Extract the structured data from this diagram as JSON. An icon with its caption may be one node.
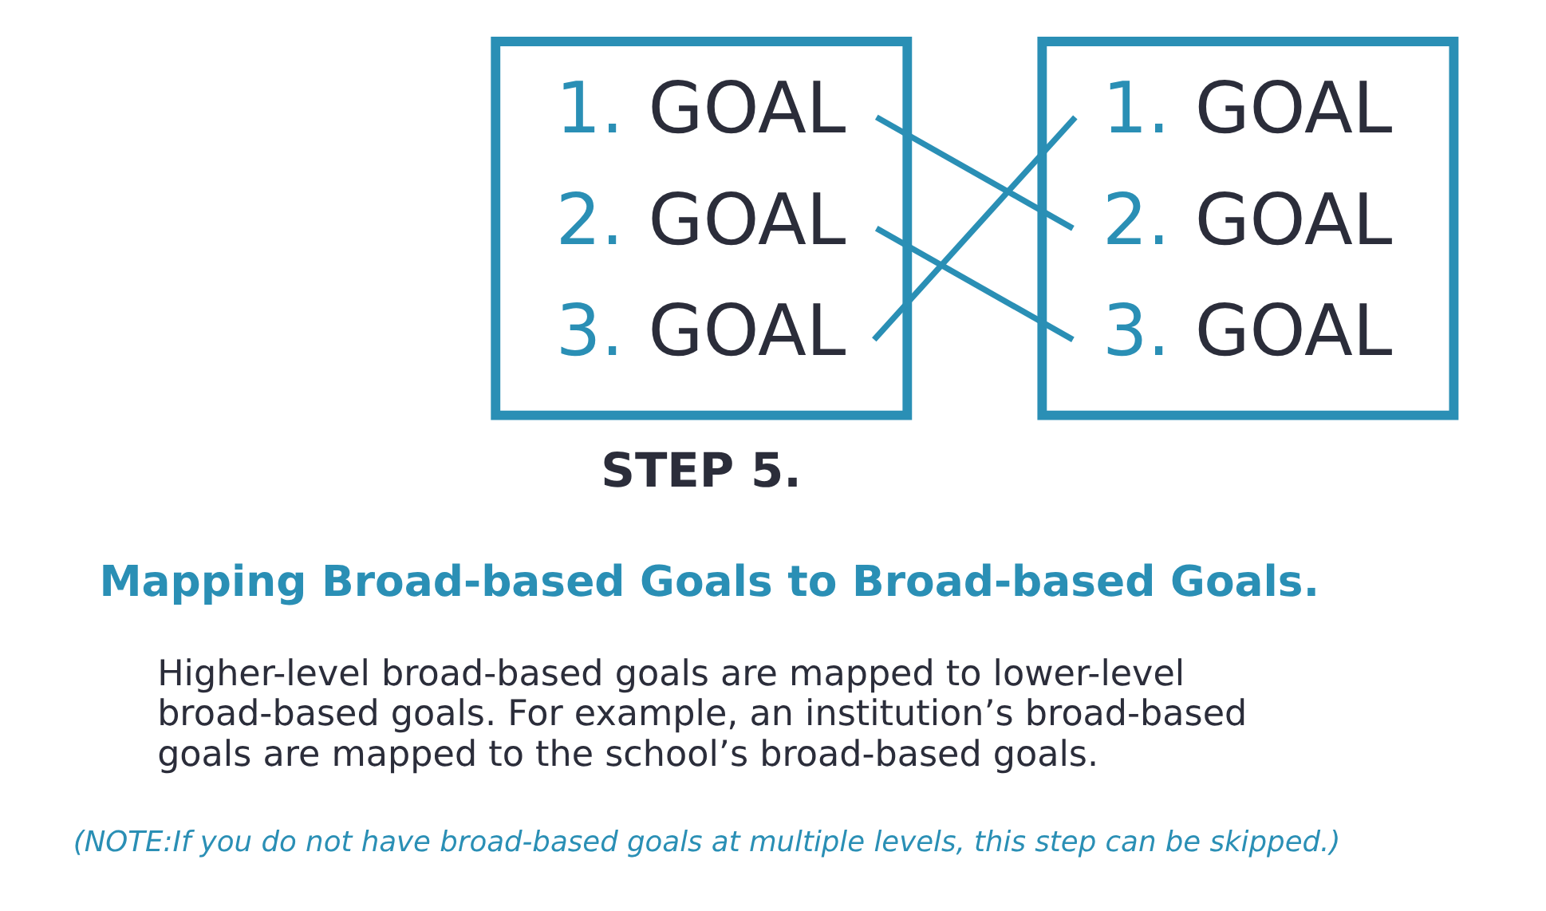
{
  "diagram": {
    "nodes": [
      {
        "text": [],
        "shape": "box"
      },
      {
        "text": [
          "1. GOAL"
        ],
        "in": 0
      },
      {
        "text": [
          "2. GOAL"
        ],
        "in": 0
      },
      {
        "text": [
          "3. GOAL"
        ],
        "in": 0
      },
      {
        "text": [],
        "shape": "box"
      },
      {
        "text": [
          "1. GOAL"
        ],
        "in": 4
      },
      {
        "text": [
          "2. GOAL"
        ],
        "in": 4
      },
      {
        "text": [
          "3. GOAL"
        ],
        "in": 4
      }
    ],
    "edges": [
      {
        "from": 1,
        "to": 6,
        "arrow": "none"
      },
      {
        "from": 2,
        "to": 7,
        "arrow": "none"
      },
      {
        "from": 3,
        "to": 5,
        "arrow": "none"
      }
    ],
    "labels": [
      "STEP 5.",
      "Mapping Broad-based Goals to Broad-based Goals.",
      "Higher-level broad-based goals are mapped to lower-level broad-based goals. For example, an institution’s broad-based goals are mapped to the school’s broad-based goals.",
      "(NOTE:If you do not have broad-based goals at multiple levels, this step can be skipped.)"
    ]
  }
}
